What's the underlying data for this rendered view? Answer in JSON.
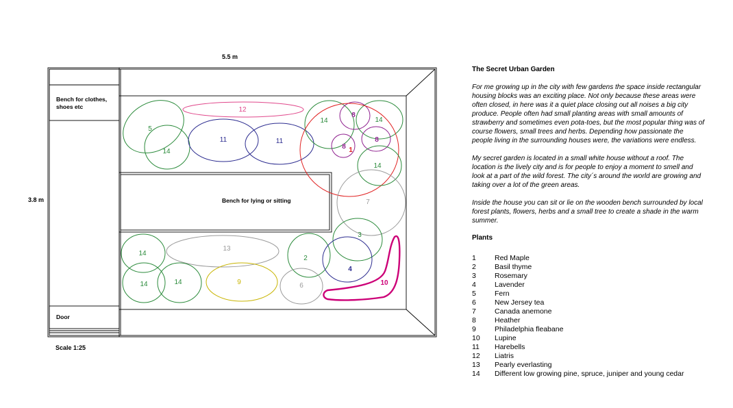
{
  "plan": {
    "width_label": "5.5 m",
    "height_label": "3.8 m",
    "scale_label": "Scale 1:25",
    "bench_clothes_line1": "Bench for clothes,",
    "bench_clothes_line2": "shoes etc",
    "bench_lying_label": "Bench for lying or sitting",
    "door_label": "Door"
  },
  "circle_colors": {
    "red": "#e02020",
    "green": "#2a8a3a",
    "navy": "#2b2b8f",
    "purple": "#8e1f8e",
    "pink": "#e0468a",
    "magenta": "#cc0077",
    "gray": "#9a9a9a",
    "yellow": "#f0e000",
    "olive": "#c8b400"
  },
  "circles": [
    {
      "label": "5",
      "color": "green"
    },
    {
      "label": "14",
      "color": "green"
    },
    {
      "label": "12",
      "color": "pink"
    },
    {
      "label": "11",
      "color": "navy"
    },
    {
      "label": "11",
      "color": "navy"
    },
    {
      "label": "14",
      "color": "green"
    },
    {
      "label": "8",
      "color": "purple"
    },
    {
      "label": "14",
      "color": "green"
    },
    {
      "label": "8",
      "color": "purple"
    },
    {
      "label": "8",
      "color": "purple"
    },
    {
      "label": "1",
      "color": "red"
    },
    {
      "label": "14",
      "color": "green"
    },
    {
      "label": "7",
      "color": "gray"
    },
    {
      "label": "3",
      "color": "green"
    },
    {
      "label": "14",
      "color": "green"
    },
    {
      "label": "13",
      "color": "gray"
    },
    {
      "label": "2",
      "color": "green"
    },
    {
      "label": "4",
      "color": "navy"
    },
    {
      "label": "14",
      "color": "green"
    },
    {
      "label": "14",
      "color": "green"
    },
    {
      "label": "9",
      "color": "olive"
    },
    {
      "label": "6",
      "color": "gray"
    },
    {
      "label": "10",
      "color": "magenta"
    }
  ],
  "title": "The Secret Urban Garden",
  "paragraphs": [
    "For me growing up in the city with few gardens the space inside rectangular housing blocks was an exciting place. Not only because these areas were often closed, in here was it a quiet place closing out all noises a big city produce. People often had small planting areas with small amounts of strawberry and sometimes even pota-toes, but the most popular thing was of course flowers, small trees and herbs. Depending how passionate the people living in the surrounding houses were, the variations were endless.",
    "My secret garden is located in a small white house without a roof. The location is the lively city and is for people to enjoy a moment to smell and look at a part of the wild forest. The city´s around the world are growing and taking over a lot of the green areas.",
    "Inside the house you can sit or lie on the wooden bench surrounded by local forest plants, flowers, herbs and a small tree to create a shade in the warm summer."
  ],
  "plants_heading": "Plants",
  "plants": [
    {
      "num": "1",
      "name": "Red Maple"
    },
    {
      "num": "2",
      "name": "Basil thyme"
    },
    {
      "num": "3",
      "name": "Rosemary"
    },
    {
      "num": "4",
      "name": "Lavender"
    },
    {
      "num": "5",
      "name": "Fern"
    },
    {
      "num": "6",
      "name": "New Jersey tea"
    },
    {
      "num": "7",
      "name": "Canada anemone"
    },
    {
      "num": "8",
      "name": "Heather"
    },
    {
      "num": "9",
      "name": "Philadelphia fleabane"
    },
    {
      "num": "10",
      "name": "Lupine"
    },
    {
      "num": "11",
      "name": "Harebells"
    },
    {
      "num": "12",
      "name": "Liatris"
    },
    {
      "num": "13",
      "name": "Pearly everlasting"
    },
    {
      "num": "14",
      "name": "Different low growing pine, spruce, juniper and young cedar"
    }
  ]
}
